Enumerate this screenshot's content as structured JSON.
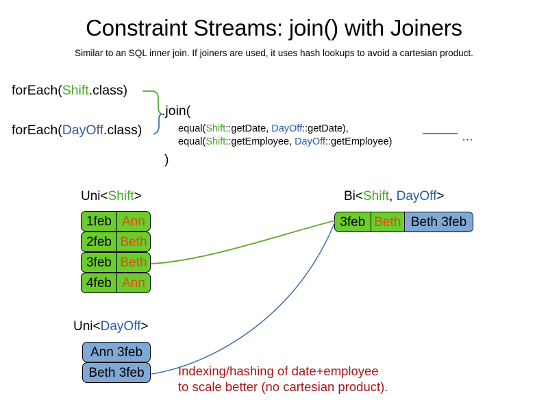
{
  "slide": {
    "title": "Constraint Streams: join() with Joiners",
    "subtitle": "Similar to an SQL inner join. If joiners are used, it uses hash lookups to avoid a cartesian product."
  },
  "colors": {
    "shift_accent": "#44aa22",
    "dayoff_accent": "#2a5caa",
    "green_fact": "#6ccb2e",
    "blue_fact": "#7fa8d4",
    "name_text": "#e8490f",
    "note_text": "#aa1414",
    "ellipsis_line": "#7a5f7a"
  },
  "code": {
    "foreach_shift": {
      "prefix": "forEach(",
      "type": "Shift",
      "suffix": ".class)"
    },
    "foreach_dayoff": {
      "prefix": "forEach(",
      "type": "DayOff",
      "suffix": ".class)"
    },
    "join_open": ".join(",
    "join_close": ")",
    "args": [
      {
        "open": "equal(",
        "left_type": "Shift",
        "left_method": "::getDate, ",
        "right_type": "DayOff",
        "right_method": "::getDate),"
      },
      {
        "open": "equal(",
        "left_type": "Shift",
        "left_method": "::getEmployee, ",
        "right_type": "DayOff",
        "right_method": "::getEmployee)"
      }
    ],
    "ellipsis": "…"
  },
  "streams": {
    "uni_shift": {
      "caption_prefix": "Uni<",
      "caption_type": "Shift",
      "caption_suffix": ">",
      "rows": [
        {
          "date": "1feb",
          "name": "Ann"
        },
        {
          "date": "2feb",
          "name": "Beth"
        },
        {
          "date": "3feb",
          "name": "Beth"
        },
        {
          "date": "4feb",
          "name": "Ann"
        }
      ]
    },
    "uni_dayoff": {
      "caption_prefix": "Uni<",
      "caption_type": "DayOff",
      "caption_suffix": ">",
      "rows": [
        {
          "label": "Ann 3feb"
        },
        {
          "label": "Beth 3feb"
        }
      ]
    },
    "bi": {
      "caption_prefix": "Bi<",
      "caption_type_a": "Shift",
      "caption_separator": ", ",
      "caption_type_b": "DayOff",
      "caption_suffix": ">",
      "row": {
        "date": "3feb",
        "name": "Beth",
        "dayoff": "Beth 3feb"
      }
    }
  },
  "note": {
    "line1": "Indexing/hashing of date+employee",
    "line2": "to scale better (no cartesian product)."
  }
}
